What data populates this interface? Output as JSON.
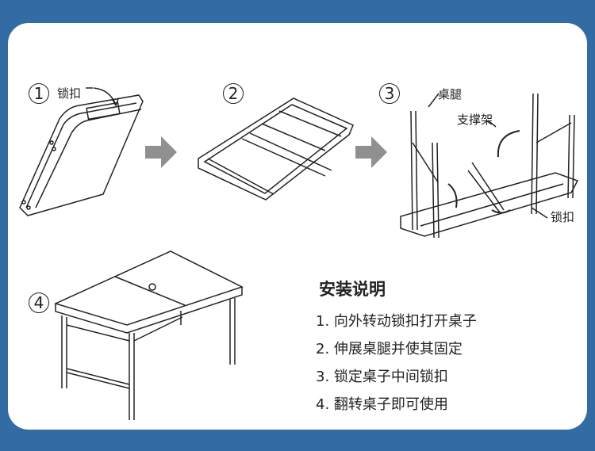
{
  "colors": {
    "background": "#336ba3",
    "card": "#ffffff",
    "arrow": "#909090",
    "line": "#222222"
  },
  "steps": [
    {
      "number": "1",
      "labels": [
        "锁扣"
      ]
    },
    {
      "number": "2",
      "labels": []
    },
    {
      "number": "3",
      "labels": [
        "桌腿",
        "支撑架",
        "锁扣"
      ]
    },
    {
      "number": "4",
      "labels": []
    }
  ],
  "instructions": {
    "title": "安装说明",
    "items": [
      "1. 向外转动锁扣打开桌子",
      "2. 伸展桌腿并使其固定",
      "3. 锁定桌子中间锁扣",
      "4. 翻转桌子即可使用"
    ]
  }
}
